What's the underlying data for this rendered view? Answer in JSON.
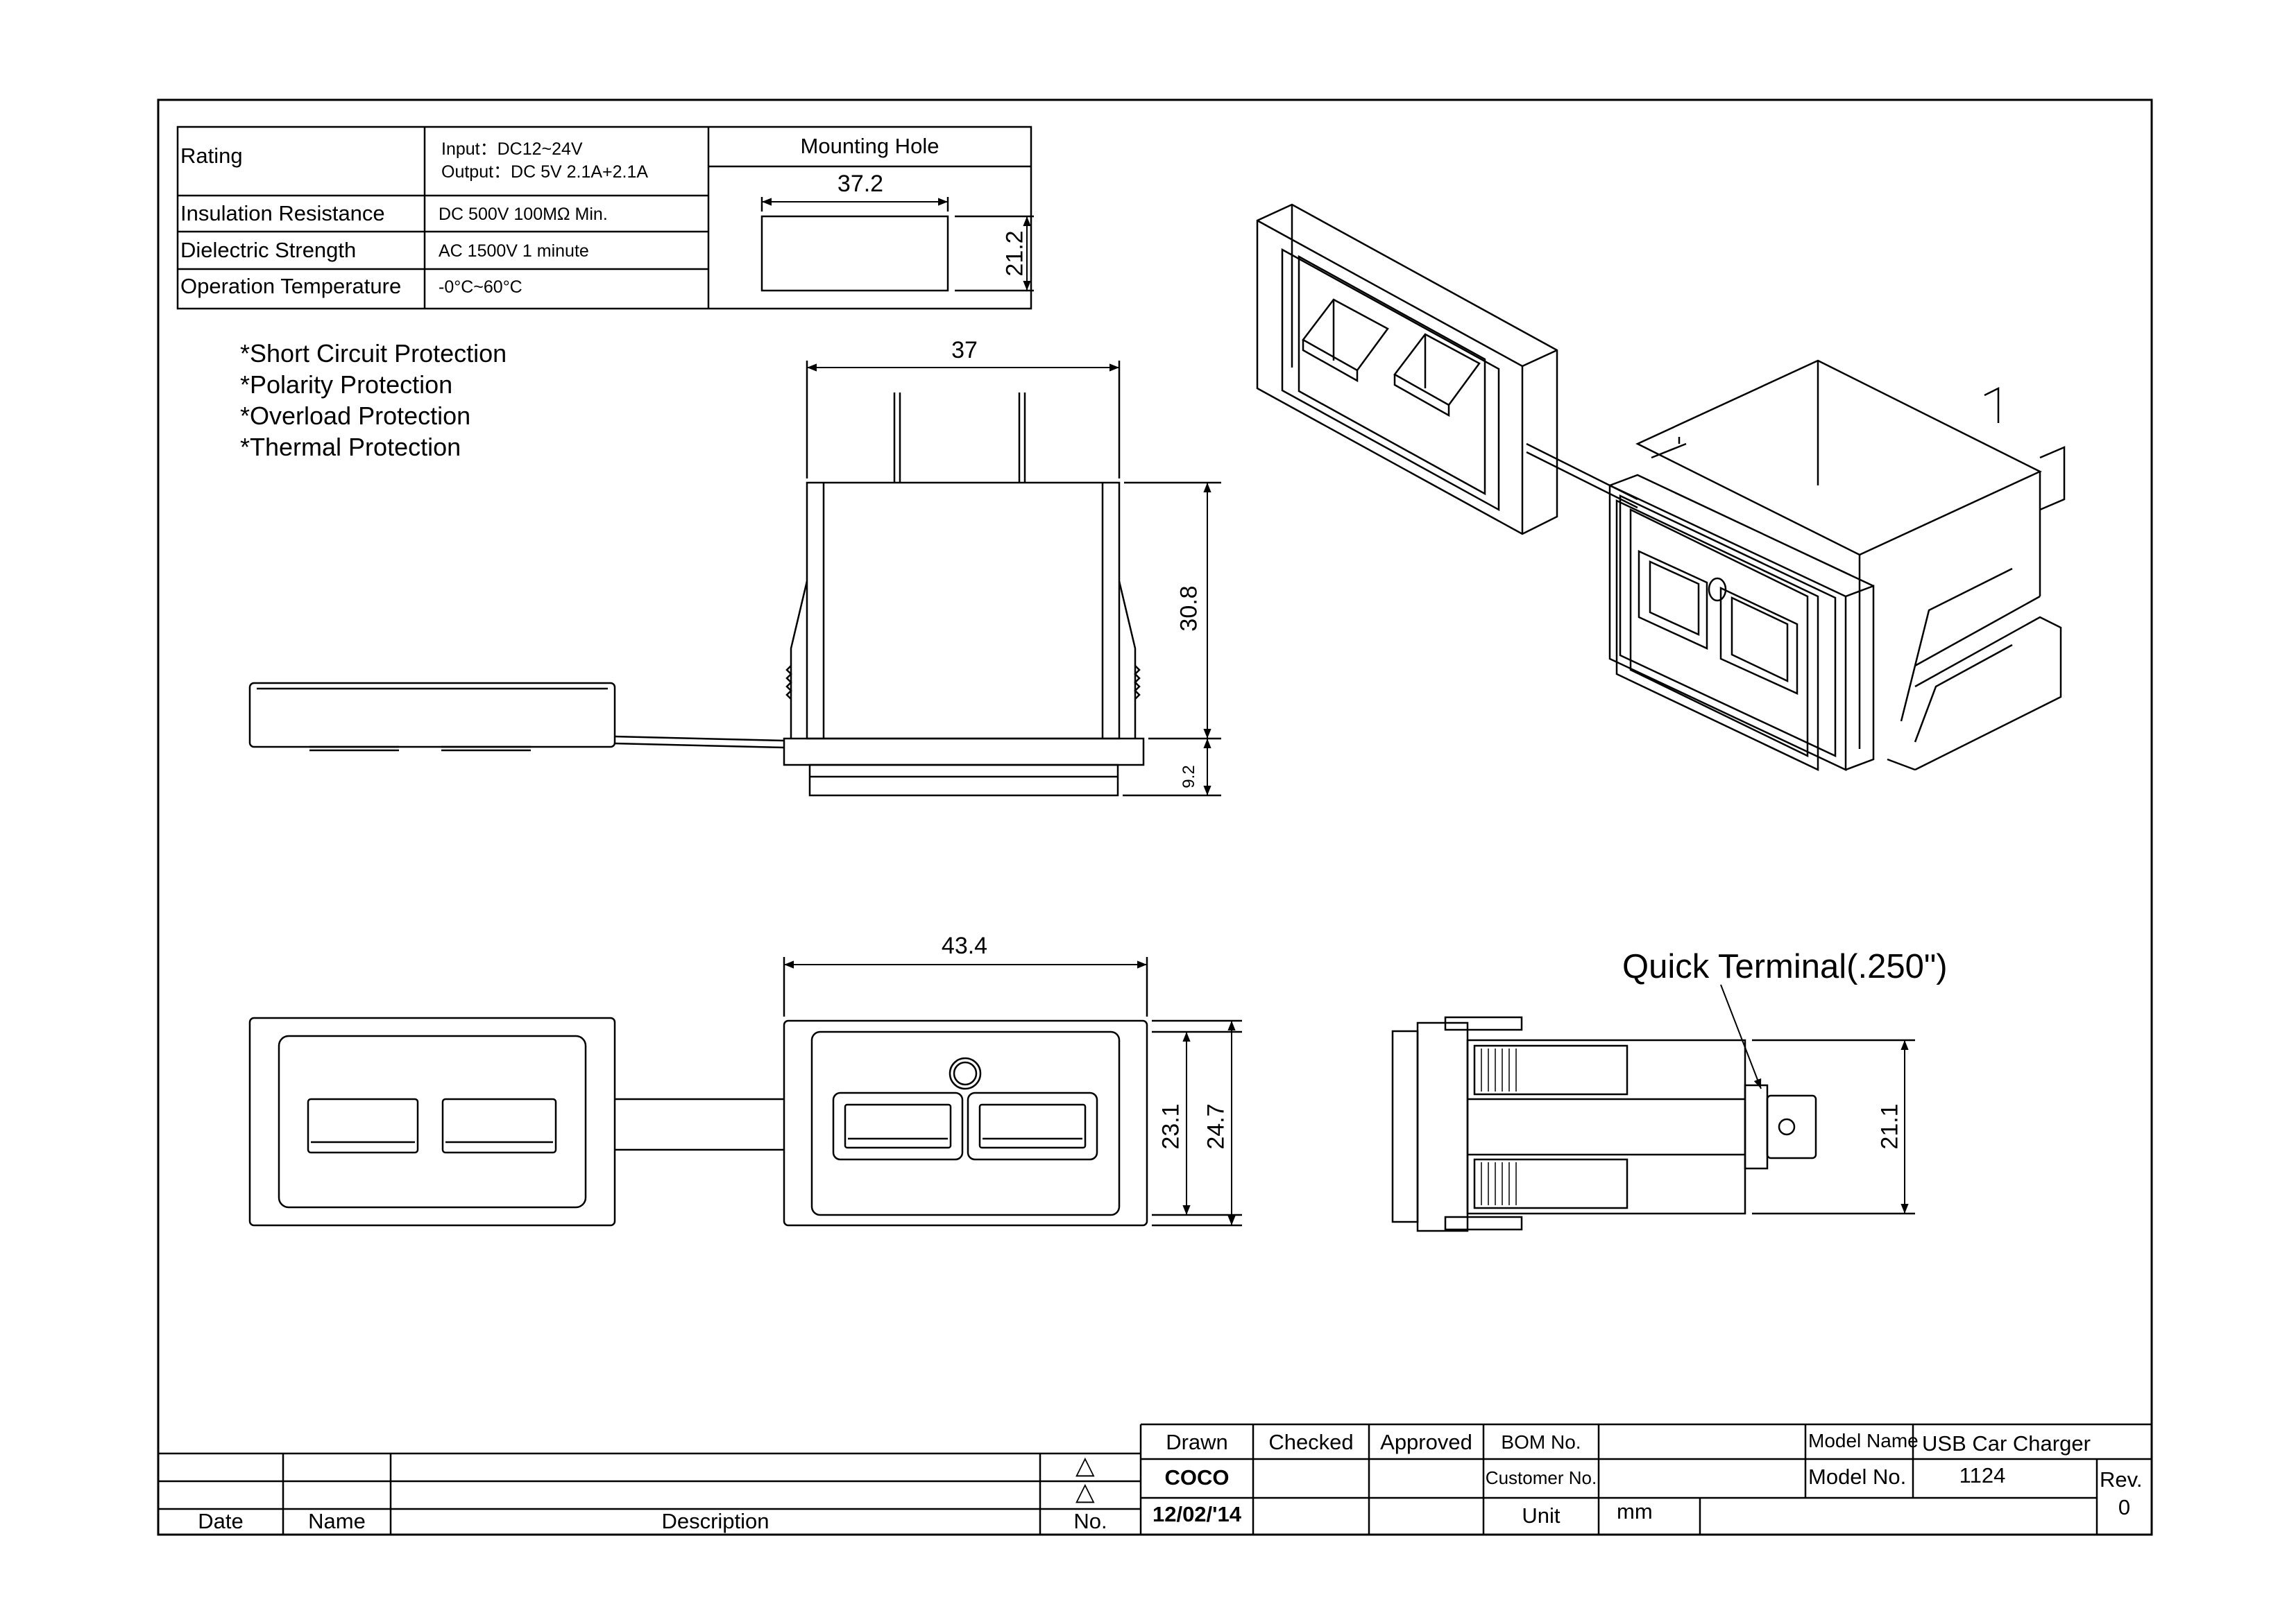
{
  "specs": {
    "rating_label": "Rating",
    "rating_input": "Input：DC12~24V",
    "rating_output": "Output：DC 5V 2.1A+2.1A",
    "insulation_label": "Insulation Resistance",
    "insulation_value": "DC 500V 100MΩ Min.",
    "dielectric_label": "Dielectric Strength",
    "dielectric_value": "AC 1500V 1 minute",
    "temp_label": "Operation Temperature",
    "temp_value": "-0°C~60°C"
  },
  "mounting_hole": {
    "title": "Mounting Hole",
    "width": "37.2",
    "height": "21.2"
  },
  "features": [
    "*Short Circuit Protection",
    "*Polarity Protection",
    "*Overload Protection",
    "*Thermal Protection"
  ],
  "dimensions": {
    "side_width": "37",
    "side_height": "30.8",
    "side_flange": "9.2",
    "front_width": "43.4",
    "front_inner_height": "23.1",
    "front_outer_height": "24.7",
    "terminal_height": "21.1"
  },
  "callout": "Quick Terminal(.250\")",
  "revision_block": {
    "triangle": "△",
    "date_label": "Date",
    "name_label": "Name",
    "description_label": "Description",
    "no_label": "No."
  },
  "title_block": {
    "drawn_label": "Drawn",
    "checked_label": "Checked",
    "approved_label": "Approved",
    "bom_label": "BOM No.",
    "customer_label": "Customer No.",
    "unit_label": "Unit",
    "unit_value": "mm",
    "drawn_by": "COCO",
    "date": "12/02/'14",
    "model_name_label": "Model Name",
    "model_name": "USB Car Charger",
    "model_no_label": "Model No.",
    "model_no": "1124",
    "rev_label": "Rev.",
    "rev_value": "0"
  }
}
